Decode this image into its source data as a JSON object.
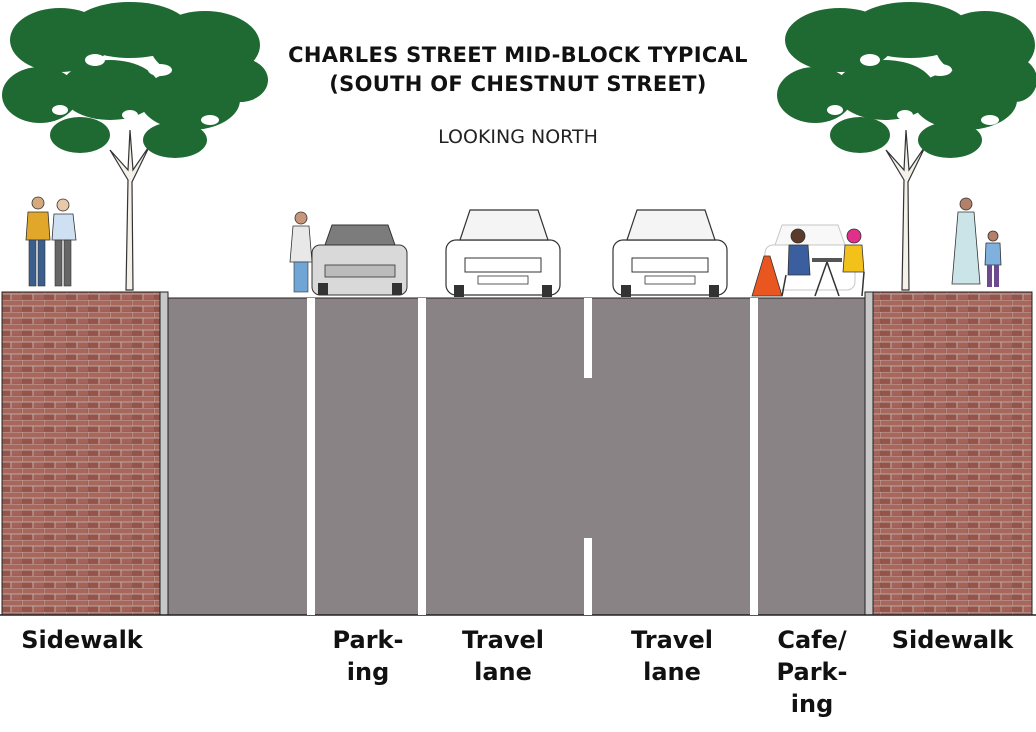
{
  "title_line1": "CHARLES STREET MID-BLOCK TYPICAL",
  "title_line2": "(SOUTH OF CHESTNUT STREET)",
  "subtitle": "LOOKING NORTH",
  "labels": {
    "sidewalk_left": "Sidewalk",
    "parking_1": "Park-",
    "parking_2": "ing",
    "travel_left_1": "Travel",
    "travel_left_2": "lane",
    "travel_right_1": "Travel",
    "travel_right_2": "lane",
    "cafe_1": "Cafe/",
    "cafe_2": "Park-",
    "cafe_3": "ing",
    "sidewalk_right": "Sidewalk"
  },
  "colors": {
    "asphalt": "#8a8386",
    "brick": "#9c5a4f",
    "lane_line": "#ffffff",
    "tree_foliage": "#1f6a33",
    "cone": "#e9561f"
  },
  "icons": [
    "tree-icon",
    "pedestrian-icon",
    "car-icon",
    "cafe-table-icon",
    "traffic-cone-icon"
  ]
}
